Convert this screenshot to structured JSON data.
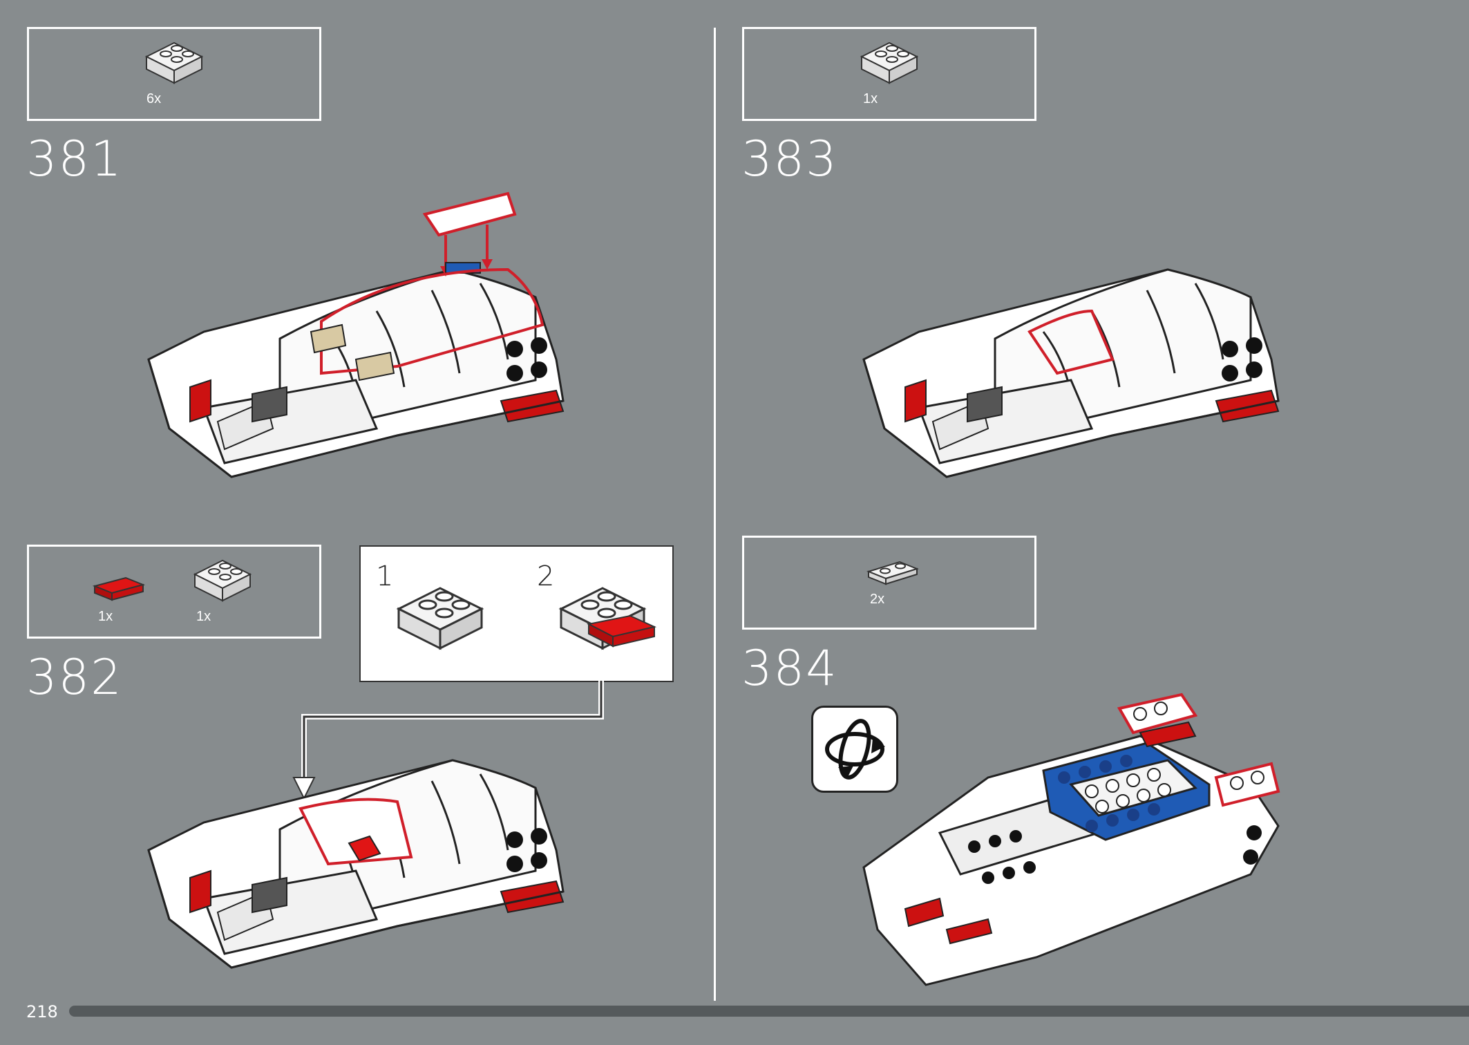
{
  "page": {
    "number": "218"
  },
  "steps": [
    {
      "number": "381",
      "parts": [
        {
          "qty": "6x",
          "color": "white",
          "icon": "white-inverted-slope-brick-icon"
        }
      ]
    },
    {
      "number": "382",
      "parts": [
        {
          "qty": "1x",
          "color": "red",
          "icon": "red-tile-icon"
        },
        {
          "qty": "1x",
          "color": "white",
          "icon": "white-inverted-slope-brick-icon"
        }
      ],
      "callout": {
        "substeps": [
          "1",
          "2"
        ]
      }
    },
    {
      "number": "383",
      "parts": [
        {
          "qty": "1x",
          "color": "white",
          "icon": "white-inverted-slope-brick-icon"
        }
      ]
    },
    {
      "number": "384",
      "parts": [
        {
          "qty": "2x",
          "color": "white",
          "icon": "white-plate-icon"
        }
      ],
      "rotate_icon": "rotate-model-icon"
    }
  ],
  "colors": {
    "background": "#878c8e",
    "brick_red": "#cc1111",
    "brick_blue": "#1f5bb5",
    "highlight": "#d01f2a"
  }
}
